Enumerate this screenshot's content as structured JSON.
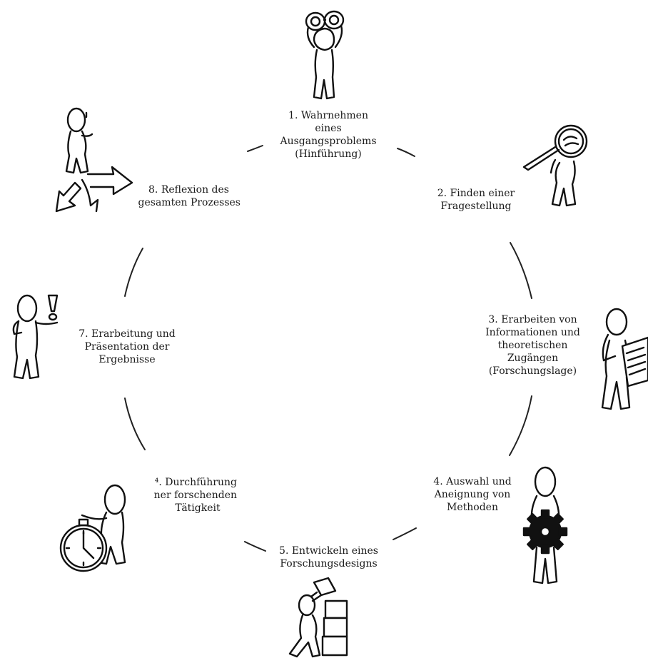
{
  "diagram": {
    "steps": [
      {
        "lines": [
          "1.  Wahrnehmen",
          "eines",
          "Ausgangsproblems",
          "(Hinführung)"
        ],
        "icon": "binoculars-figure-icon"
      },
      {
        "lines": [
          "2. Finden einer",
          "Fragestellung"
        ],
        "icon": "magnifier-figure-icon"
      },
      {
        "lines": [
          "3. Erarbeiten von",
          "Informationen und",
          "theoretischen",
          "Zugängen",
          "(Forschungslage)"
        ],
        "icon": "reading-figure-icon"
      },
      {
        "lines": [
          "4. Auswahl und",
          "Aneignung von",
          "Methoden"
        ],
        "icon": "gear-figure-icon"
      },
      {
        "lines": [
          "5. Entwickeln eines",
          "Forschungsdesigns"
        ],
        "icon": "stacking-boxes-figure-icon"
      },
      {
        "lines": [
          "⁴. Durchführung",
          "ner forschenden",
          "Tätigkeit"
        ],
        "icon": "stopwatch-figure-icon"
      },
      {
        "lines": [
          "7. Erarbeitung und",
          "Präsentation der",
          "Ergebnisse"
        ],
        "icon": "presenting-figure-icon"
      },
      {
        "lines": [
          "8. Reflexion des",
          "gesamten Prozesses"
        ],
        "icon": "arrows-figure-icon"
      }
    ]
  }
}
